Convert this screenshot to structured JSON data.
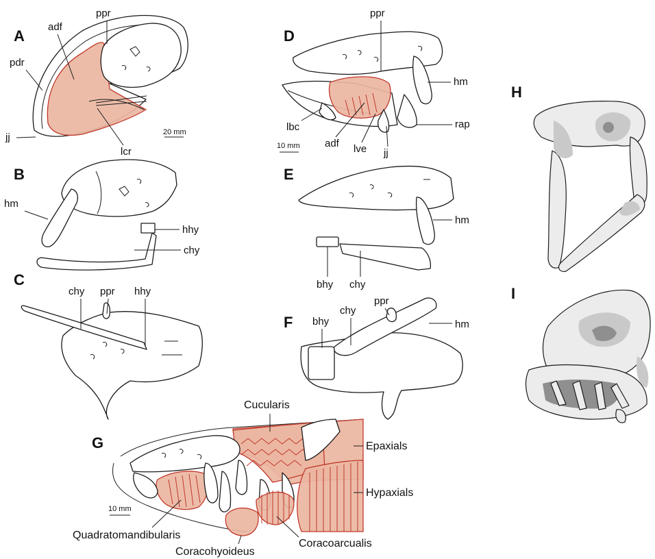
{
  "panels": {
    "A": "A",
    "B": "B",
    "C": "C",
    "D": "D",
    "E": "E",
    "F": "F",
    "G": "G",
    "H": "H",
    "I": "I"
  },
  "labels": {
    "A": {
      "adf": "adf",
      "ppr": "ppr",
      "pdr": "pdr",
      "jj": "jj",
      "lcr": "lcr",
      "scale": "20 mm"
    },
    "B": {
      "hm": "hm",
      "hhy": "hhy",
      "chy": "chy"
    },
    "C": {
      "chy": "chy",
      "ppr": "ppr",
      "hhy": "hhy"
    },
    "D": {
      "ppr": "ppr",
      "hm": "hm",
      "rap": "rap",
      "lbc": "lbc",
      "adf": "adf",
      "lve": "lve",
      "jj": "jj",
      "scale": "10 mm"
    },
    "E": {
      "hm": "hm",
      "bhy": "bhy",
      "chy": "chy"
    },
    "F": {
      "ppr": "ppr",
      "bhy": "bhy",
      "chy": "chy",
      "hm": "hm"
    },
    "G": {
      "cucularis": "Cucularis",
      "epaxials": "Epaxials",
      "hypaxials": "Hypaxials",
      "quadratomandibularis": "Quadratomandibularis",
      "coracohyoideus": "Coracohyoideus",
      "coracoarcualis": "Coracoarcualis",
      "scale": "10 mm"
    }
  },
  "colors": {
    "muscle_fill": "#ebb6a2",
    "muscle_line": "#c0392b",
    "bone_line": "#1a1a1a",
    "render_light": "#ececec",
    "render_mid": "#c9c9c9",
    "render_dark": "#8f8f8f"
  }
}
